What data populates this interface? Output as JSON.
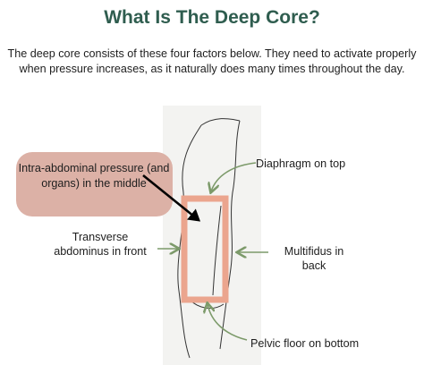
{
  "title": "What Is The Deep Core?",
  "intro": "The deep core consists of these four factors below. They need to activate properly when pressure increases, as it naturally does many times throughout the day.",
  "labels": {
    "middle": "Intra-abdominal pressure (and organs) in the middle",
    "top": "Diaphragm on top",
    "front": "Transverse abdominus in front",
    "back": "Multifidus in back",
    "bottom": "Pelvic floor on bottom"
  },
  "colors": {
    "title": "#2f5d4f",
    "bubble": "#dcb1a6",
    "box": "#eba58e",
    "arrow_green": "#7c9a6a",
    "arrow_black": "#000000"
  }
}
